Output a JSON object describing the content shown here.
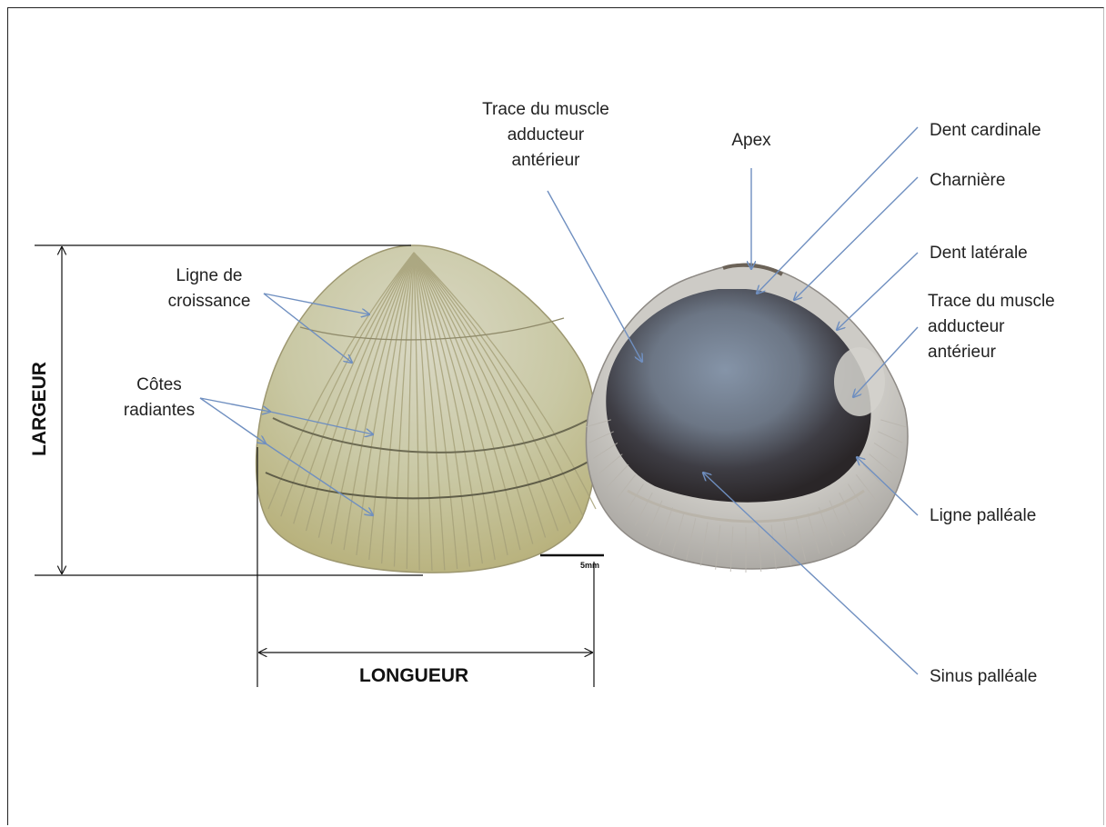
{
  "dimensions": {
    "largeur": "LARGEUR",
    "longueur": "LONGUEUR",
    "scale": "5mm"
  },
  "labels": {
    "ligne_croissance": "Ligne de\ncroissance",
    "cotes_radiantes": "Côtes\nradiantes",
    "trace_muscle_top": "Trace du muscle\nadducteur\nantérieur",
    "apex": "Apex",
    "dent_cardinale": "Dent cardinale",
    "charniere": "Charnière",
    "dent_laterale": "Dent latérale",
    "trace_muscle_right": "Trace du muscle\nadducteur\nantérieur",
    "ligne_palleale": "Ligne palléale",
    "sinus_palleale": "Sinus palléale"
  },
  "colors": {
    "arrow": "#6f8fc0",
    "dimension_line": "#111111",
    "shell_exterior": "#c9c4a0",
    "shell_interior": "#7b8aa0"
  }
}
